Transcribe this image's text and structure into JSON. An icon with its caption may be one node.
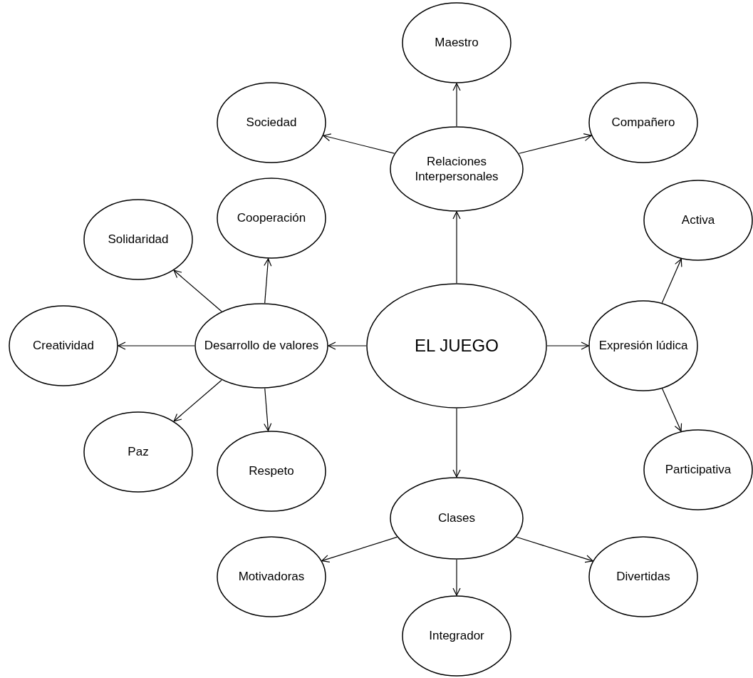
{
  "diagram": {
    "nodes": [
      {
        "text": [
          "Maestro"
        ]
      },
      {
        "text": [
          "Sociedad"
        ]
      },
      {
        "text": [
          "Compañero"
        ]
      },
      {
        "text": [
          "Relaciones Interpersonales"
        ]
      },
      {
        "text": [
          "Activa"
        ]
      },
      {
        "text": [
          "Cooperación"
        ]
      },
      {
        "text": [
          "Solidaridad"
        ]
      },
      {
        "text": [
          "Creatividad"
        ]
      },
      {
        "text": [
          "Desarrollo de valores"
        ]
      },
      {
        "text": [
          "EL JUEGO"
        ]
      },
      {
        "text": [
          "Expresión lúdica"
        ]
      },
      {
        "text": [
          "Paz"
        ]
      },
      {
        "text": [
          "Respeto"
        ]
      },
      {
        "text": [
          "Participativa"
        ]
      },
      {
        "text": [
          "Clases"
        ]
      },
      {
        "text": [
          "Motivadoras"
        ]
      },
      {
        "text": [
          "Divertidas"
        ]
      },
      {
        "text": [
          "Integrador"
        ]
      }
    ],
    "edges": [
      {
        "from": 9,
        "to": 3,
        "arrow": "to"
      },
      {
        "from": 9,
        "to": 8,
        "arrow": "to"
      },
      {
        "from": 9,
        "to": 10,
        "arrow": "to"
      },
      {
        "from": 9,
        "to": 14,
        "arrow": "to"
      },
      {
        "from": 3,
        "to": 0,
        "arrow": "to"
      },
      {
        "from": 3,
        "to": 1,
        "arrow": "to"
      },
      {
        "from": 3,
        "to": 2,
        "arrow": "to"
      },
      {
        "from": 8,
        "to": 5,
        "arrow": "to"
      },
      {
        "from": 8,
        "to": 6,
        "arrow": "to"
      },
      {
        "from": 8,
        "to": 7,
        "arrow": "to"
      },
      {
        "from": 8,
        "to": 11,
        "arrow": "to"
      },
      {
        "from": 8,
        "to": 12,
        "arrow": "to"
      },
      {
        "from": 10,
        "to": 4,
        "arrow": "to"
      },
      {
        "from": 10,
        "to": 13,
        "arrow": "to"
      },
      {
        "from": 14,
        "to": 15,
        "arrow": "to"
      },
      {
        "from": 14,
        "to": 17,
        "arrow": "to"
      },
      {
        "from": 14,
        "to": 16,
        "arrow": "to"
      }
    ]
  }
}
